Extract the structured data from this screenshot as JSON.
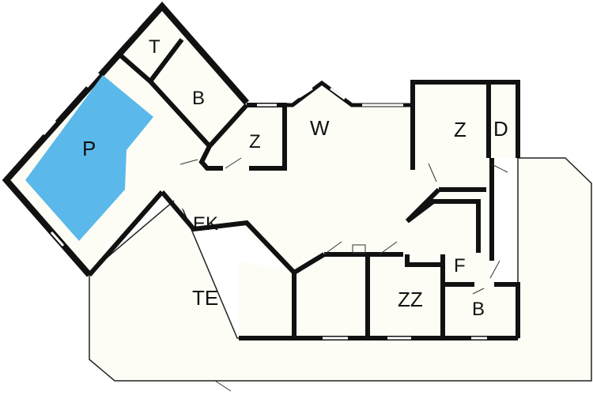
{
  "colors": {
    "background": "#ffffff",
    "floor": "#fdfdf6",
    "wall": "#111111",
    "pool": "#5ab9ea",
    "window": "#ffffff"
  },
  "rooms": {
    "pool": "P",
    "toilet": "T",
    "bath_top": "B",
    "bedroom_small": "Z",
    "living": "W",
    "bedroom_right": "Z",
    "shower": "D",
    "kitchen": "EK",
    "terrace": "TE",
    "bedroom_double": "ZZ",
    "entrance": "F",
    "bath_bottom": "B"
  }
}
